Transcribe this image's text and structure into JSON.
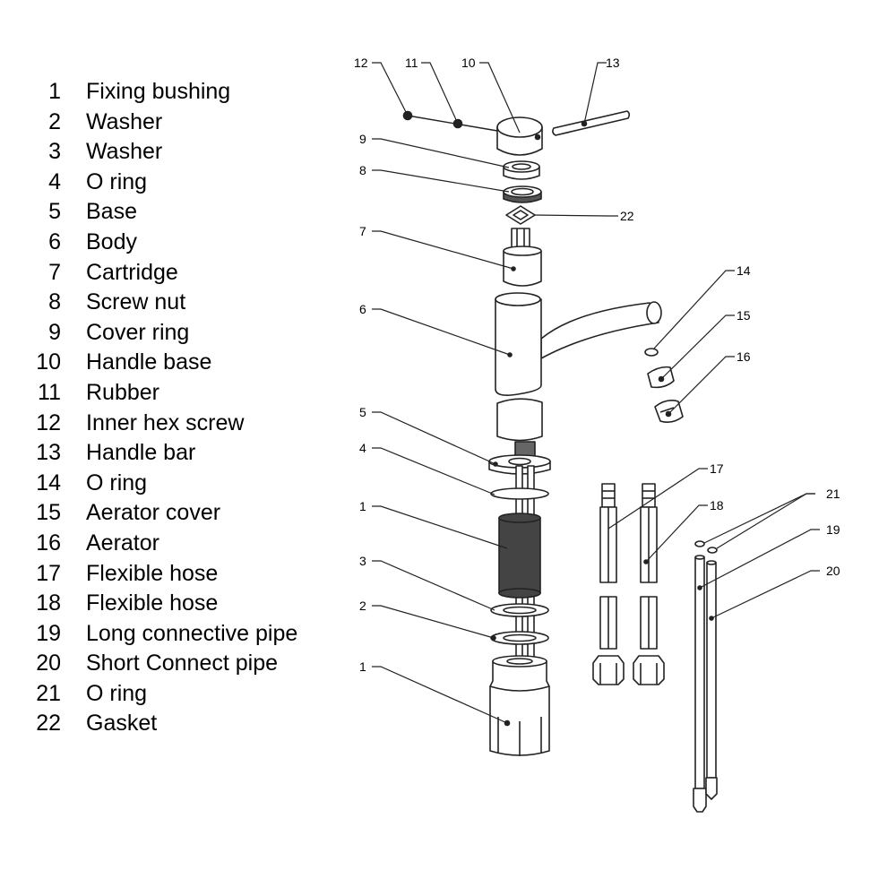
{
  "legend": [
    {
      "number": "1",
      "name": "Fixing bushing"
    },
    {
      "number": "2",
      "name": "Washer"
    },
    {
      "number": "3",
      "name": "Washer"
    },
    {
      "number": "4",
      "name": "O ring"
    },
    {
      "number": "5",
      "name": "Base"
    },
    {
      "number": "6",
      "name": "Body"
    },
    {
      "number": "7",
      "name": "Cartridge"
    },
    {
      "number": "8",
      "name": "Screw nut"
    },
    {
      "number": "9",
      "name": "Cover ring"
    },
    {
      "number": "10",
      "name": "Handle base"
    },
    {
      "number": "11",
      "name": "Rubber"
    },
    {
      "number": "12",
      "name": "Inner hex screw"
    },
    {
      "number": "13",
      "name": "Handle bar"
    },
    {
      "number": "14",
      "name": "O ring"
    },
    {
      "number": "15",
      "name": "Aerator cover"
    },
    {
      "number": "16",
      "name": "Aerator"
    },
    {
      "number": "17",
      "name": "Flexible hose"
    },
    {
      "number": "18",
      "name": "Flexible hose"
    },
    {
      "number": "19",
      "name": "Long connective pipe"
    },
    {
      "number": "20",
      "name": "Short Connect pipe"
    },
    {
      "number": "21",
      "name": "O ring"
    },
    {
      "number": "22",
      "name": "Gasket"
    }
  ],
  "callouts": {
    "c12": "12",
    "c11": "11",
    "c10": "10",
    "c13": "13",
    "c9": "9",
    "c8": "8",
    "c22": "22",
    "c7": "7",
    "c6": "6",
    "c14": "14",
    "c15": "15",
    "c16": "16",
    "c5": "5",
    "c4": "4",
    "c1a": "1",
    "c3": "3",
    "c2": "2",
    "c1b": "1",
    "c17": "17",
    "c18": "18",
    "c21": "21",
    "c19": "19",
    "c20": "20"
  }
}
